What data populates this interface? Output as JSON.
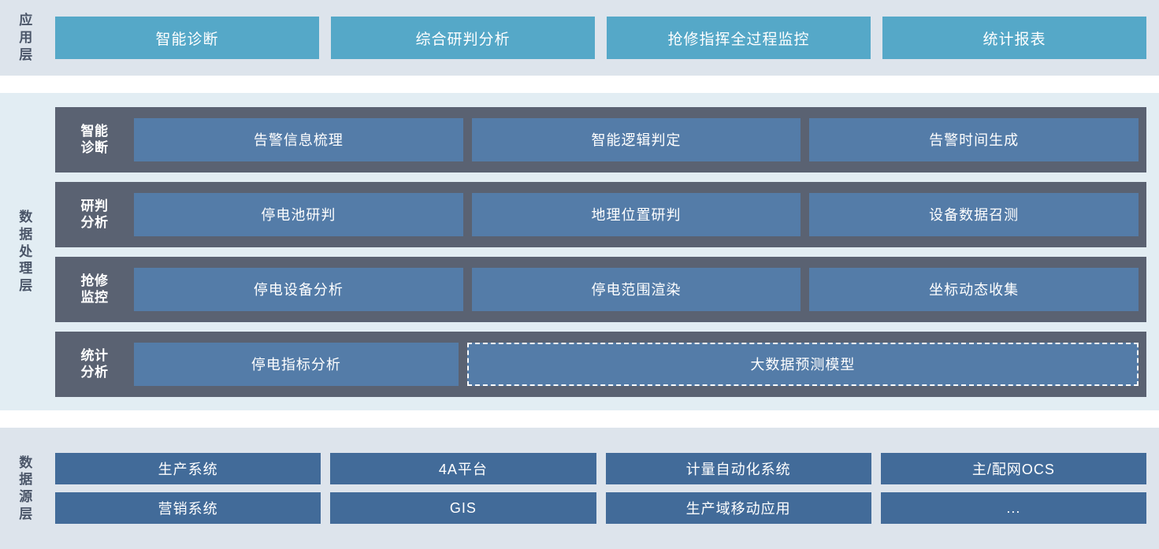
{
  "layers": {
    "application": {
      "label": "应用层",
      "label_chars": [
        "应",
        "用",
        "层"
      ],
      "accent_color": "#55a8c8",
      "background": "#dde4ec",
      "tabs": [
        {
          "label": "智能诊断"
        },
        {
          "label": "综合研判分析"
        },
        {
          "label": "抢修指挥全过程监控"
        },
        {
          "label": "统计报表"
        }
      ]
    },
    "processing": {
      "label": "数据处理层",
      "label_chars": [
        "数",
        "据",
        "处",
        "理",
        "层"
      ],
      "accent_color": "#547ca8",
      "row_background": "#5a6272",
      "background": "#e2edf3",
      "rows": [
        {
          "label_chars": [
            "智能",
            "诊断"
          ],
          "cells": [
            {
              "label": "告警信息梳理",
              "dashed": false
            },
            {
              "label": "智能逻辑判定",
              "dashed": false
            },
            {
              "label": "告警时间生成",
              "dashed": false
            }
          ]
        },
        {
          "label_chars": [
            "研判",
            "分析"
          ],
          "cells": [
            {
              "label": "停电池研判",
              "dashed": false
            },
            {
              "label": "地理位置研判",
              "dashed": false
            },
            {
              "label": "设备数据召测",
              "dashed": false
            }
          ]
        },
        {
          "label_chars": [
            "抢修",
            "监控"
          ],
          "cells": [
            {
              "label": "停电设备分析",
              "dashed": false
            },
            {
              "label": "停电范围渲染",
              "dashed": false
            },
            {
              "label": "坐标动态收集",
              "dashed": false
            }
          ]
        },
        {
          "label_chars": [
            "统计",
            "分析"
          ],
          "cells": [
            {
              "label": "停电指标分析",
              "dashed": false
            },
            {
              "label": "大数据预测模型",
              "dashed": true
            }
          ]
        }
      ]
    },
    "datasource": {
      "label": "数据源层",
      "label_chars": [
        "数",
        "据",
        "源",
        "层"
      ],
      "accent_color": "#426b99",
      "background": "#dde4ec",
      "rows": [
        [
          {
            "label": "生产系统"
          },
          {
            "label": "4A平台"
          },
          {
            "label": "计量自动化系统"
          },
          {
            "label": "主/配网OCS"
          }
        ],
        [
          {
            "label": "营销系统"
          },
          {
            "label": "GIS"
          },
          {
            "label": "生产域移动应用"
          },
          {
            "label": "..."
          }
        ]
      ]
    }
  }
}
